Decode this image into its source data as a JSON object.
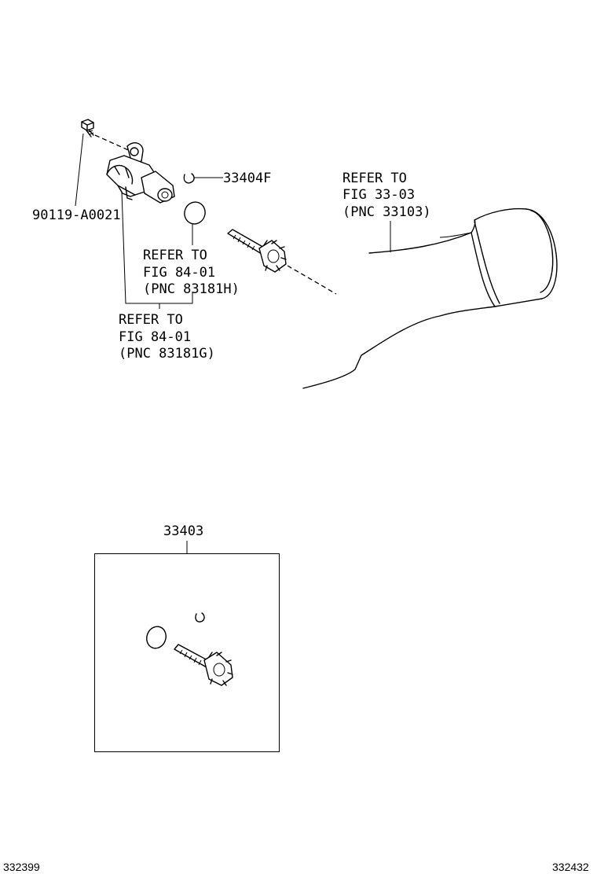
{
  "labels": {
    "bolt_part": "90119-A0021",
    "clip_part": "33404F",
    "kit_part": "33403",
    "refer_sleeve": [
      "REFER TO",
      "FIG 84-01",
      "(PNC 83181H)"
    ],
    "refer_housing": [
      "REFER TO",
      "FIG 84-01",
      "(PNC 83181G)"
    ],
    "refer_transmission": [
      "REFER TO",
      "FIG 33-03",
      "(PNC 33103)"
    ]
  },
  "footer": {
    "left_code": "332399",
    "right_code": "332432"
  }
}
